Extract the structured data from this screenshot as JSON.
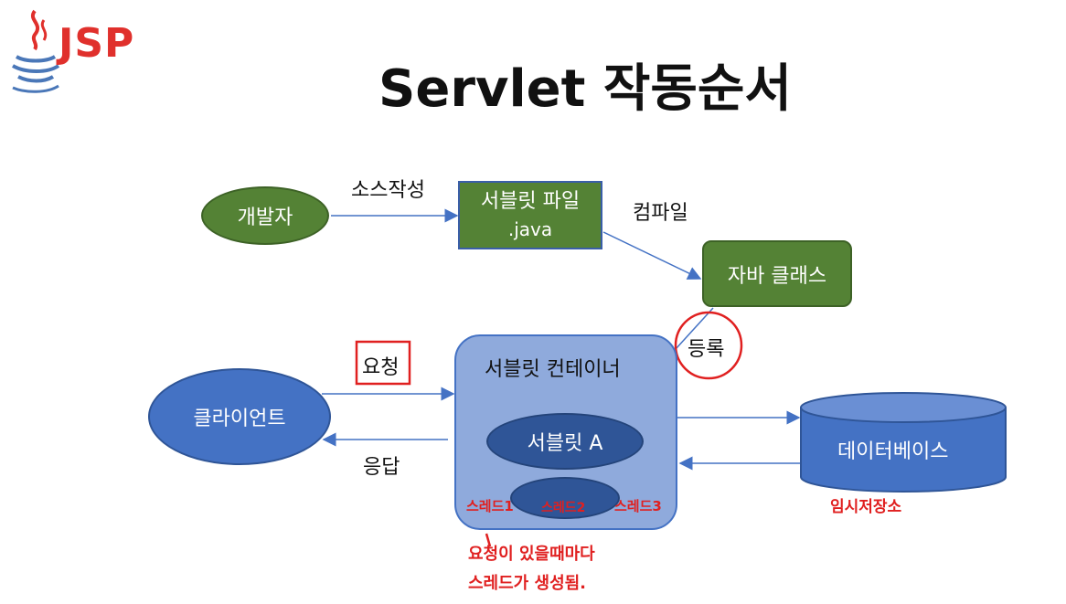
{
  "logo": {
    "text": "JSP",
    "icon": "java-coffee-cup-icon"
  },
  "title": "Servlet 작동순서",
  "nodes": {
    "developer": "개발자",
    "servlet_file_line1": "서블릿 파일",
    "servlet_file_line2": ".java",
    "java_class": "자바 클래스",
    "client": "클라이언트",
    "container": "서블릿 컨테이너",
    "servlet_a": "서블릿 A",
    "database": "데이터베이스"
  },
  "edges": {
    "source_writing": "소스작성",
    "compile": "컴파일",
    "register": "등록",
    "request": "요청",
    "response": "응답"
  },
  "annotations": {
    "thread1": "스레드1",
    "thread2": "스레드2",
    "thread3": "스레드3",
    "temp_storage": "임시저장소",
    "note_line1": "요청이 있을때마다",
    "note_line2": "스레드가 생성됨."
  },
  "colors": {
    "green": "#548235",
    "blue": "#4472c4",
    "dark_blue": "#2f5597",
    "container": "#8faadc",
    "red": "#e02020",
    "arrow": "#4472c4"
  }
}
